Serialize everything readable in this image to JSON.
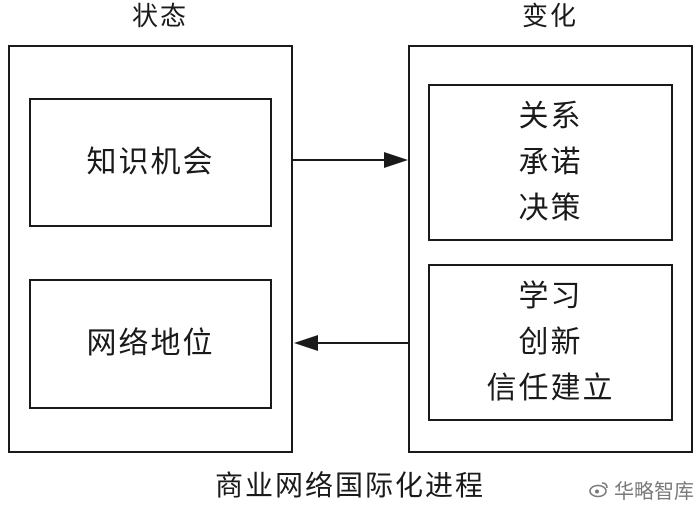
{
  "left_panel": {
    "title": "状态",
    "top_box": {
      "lines": [
        "知识机会"
      ]
    },
    "bottom_box": {
      "lines": [
        "网络地位"
      ]
    }
  },
  "right_panel": {
    "title": "变化",
    "top_box": {
      "lines": [
        "关系",
        "承诺",
        "决策"
      ]
    },
    "bottom_box": {
      "lines": [
        "学习",
        "创新",
        "信任建立"
      ]
    }
  },
  "caption": "商业网络国际化进程",
  "watermark": {
    "icon": "weibo-icon",
    "text": "华略智库"
  },
  "colors": {
    "stroke": "#1a1a1a",
    "watermark": "#7a7a7a",
    "background": "#ffffff"
  }
}
